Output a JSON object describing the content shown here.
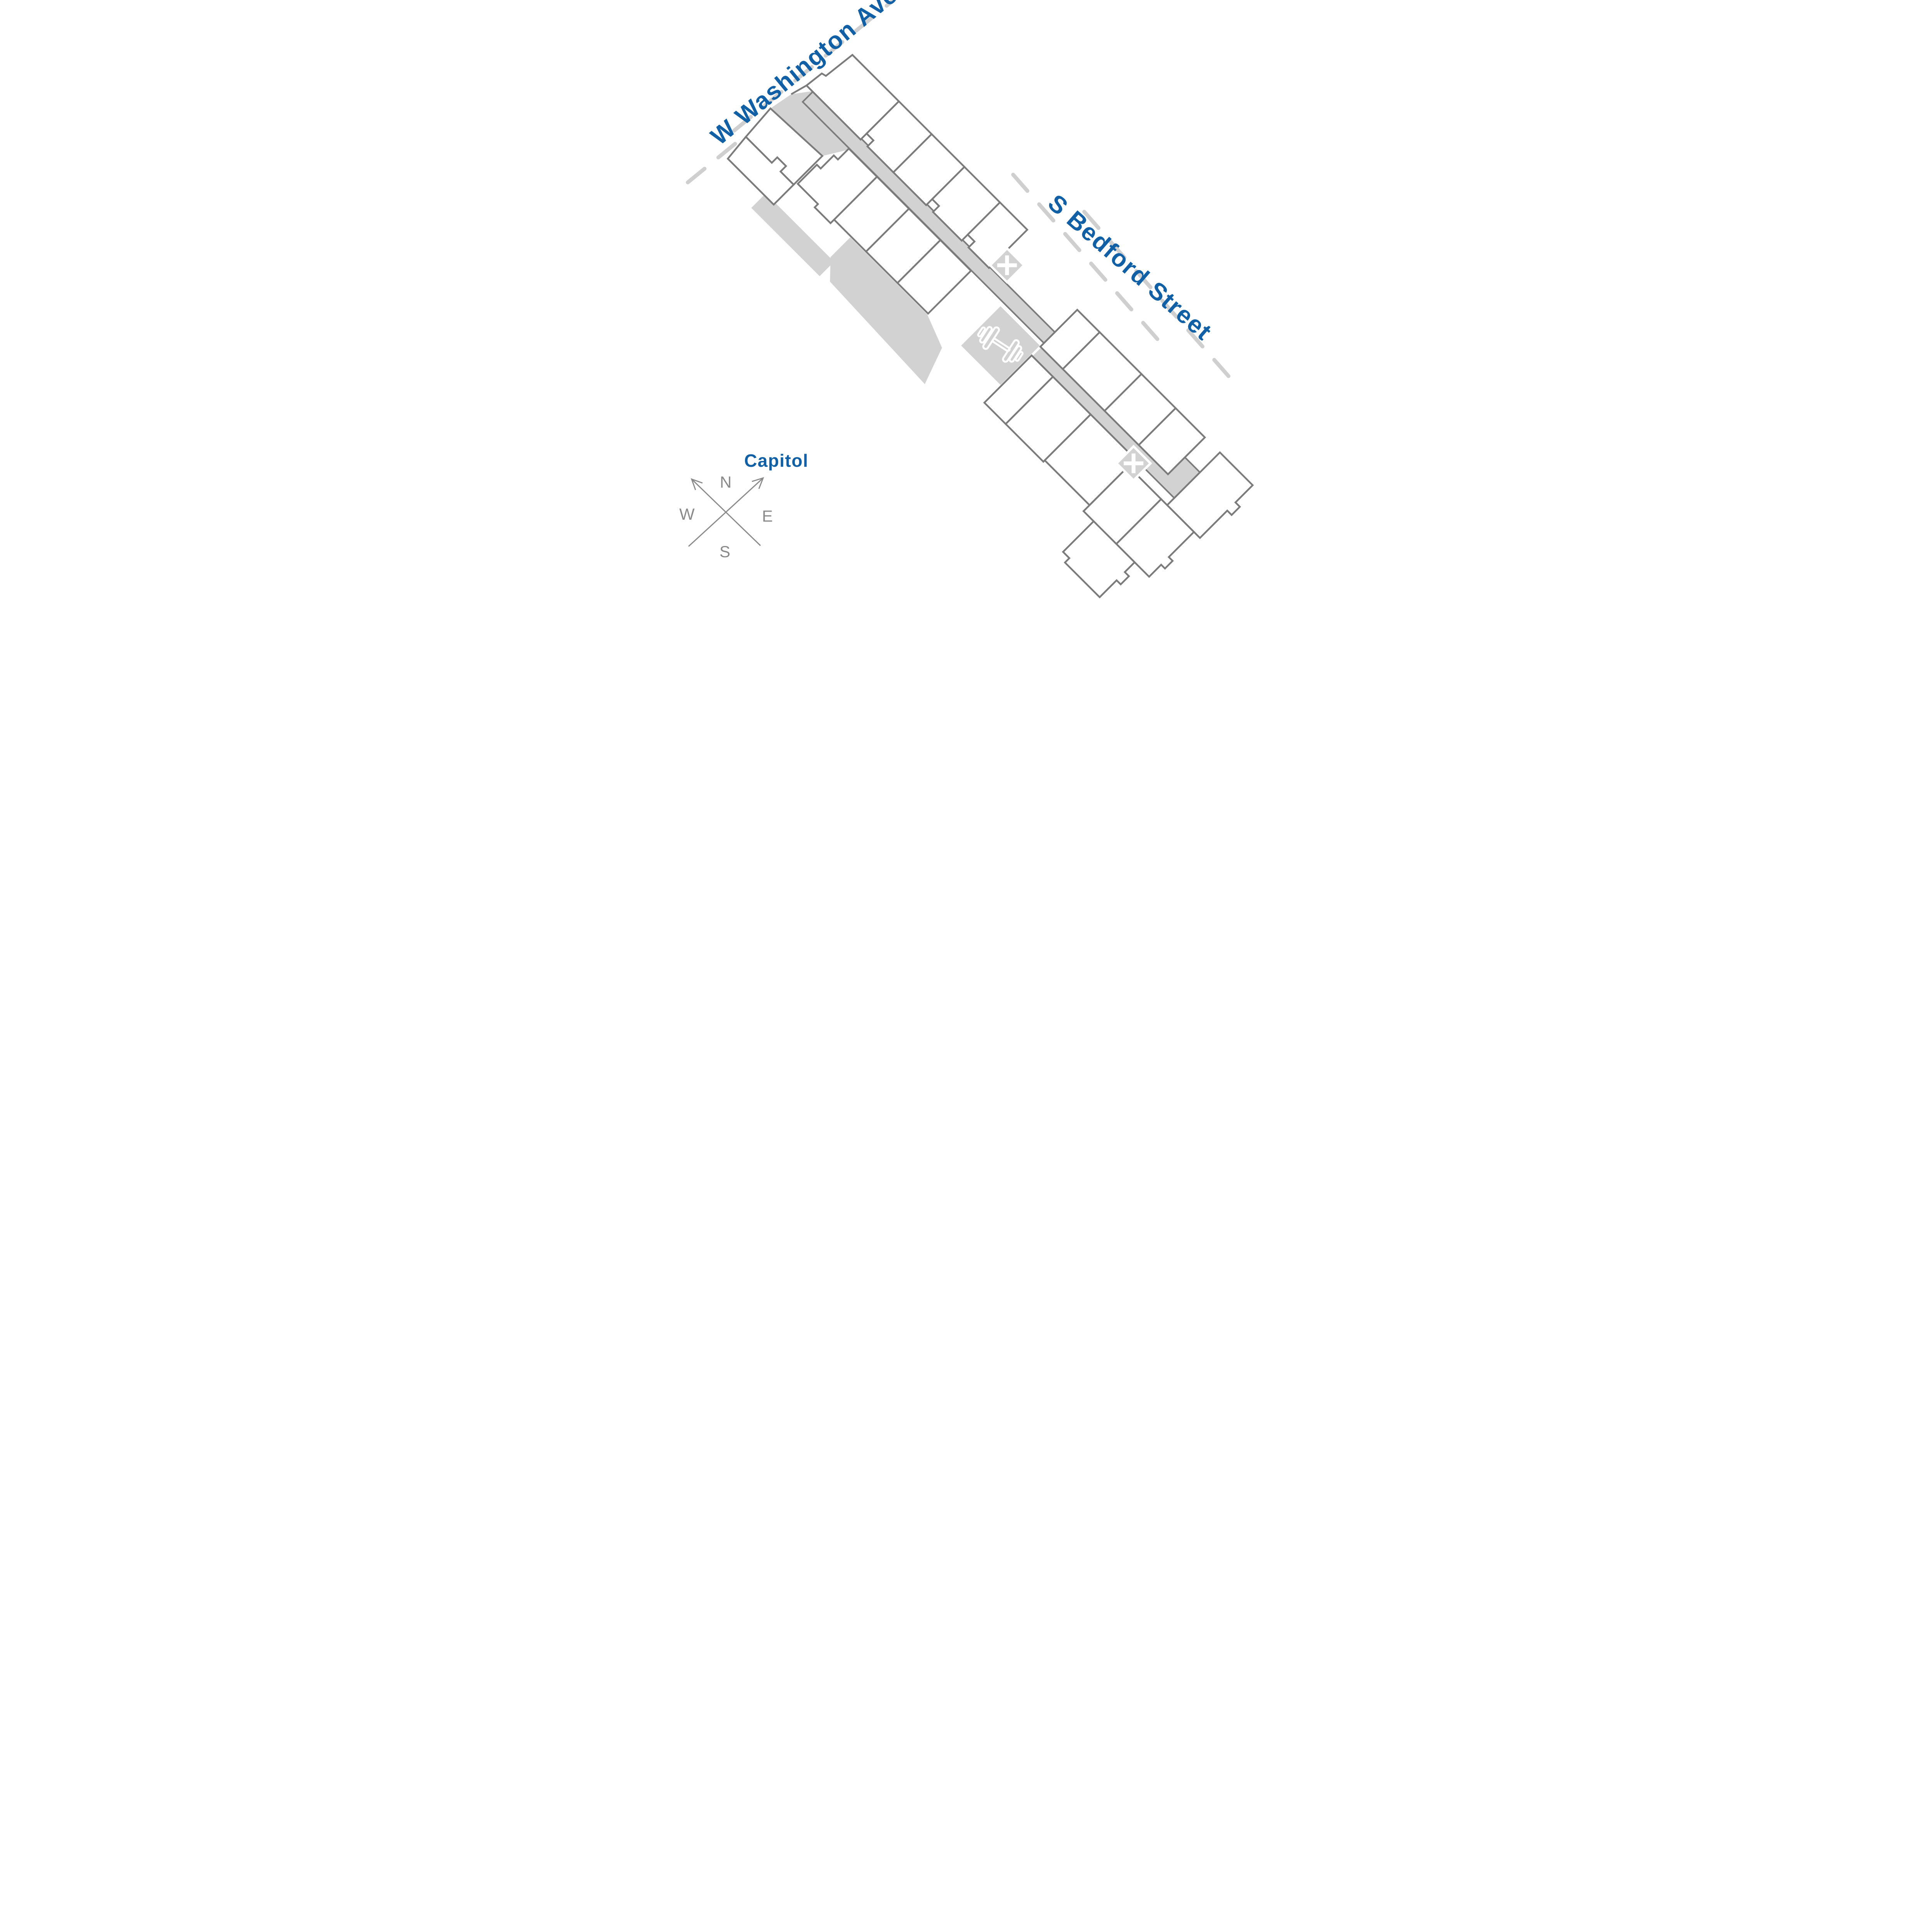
{
  "map": {
    "streets": [
      {
        "id": "w-washington-ave",
        "label": "W Washington Ave"
      },
      {
        "id": "s-bedford-street",
        "label": "S Bedford Street"
      }
    ],
    "landmark": {
      "label": "Capitol"
    },
    "compass": {
      "n": "N",
      "e": "E",
      "s": "S",
      "w": "W"
    },
    "icons": [
      {
        "name": "x-marker-icon",
        "glyph": "X"
      },
      {
        "name": "dumbbell-icon"
      }
    ],
    "highlighted_unit": {
      "status": "selected"
    },
    "colors": {
      "accent_blue": "#1160A6",
      "unit_blue": "#0F579D",
      "outline_gray": "#7B7B7B",
      "corridor_gray": "#D2D2D2",
      "dash_gray": "#CFCFCF",
      "compass_gray": "#8A8A8A"
    }
  }
}
